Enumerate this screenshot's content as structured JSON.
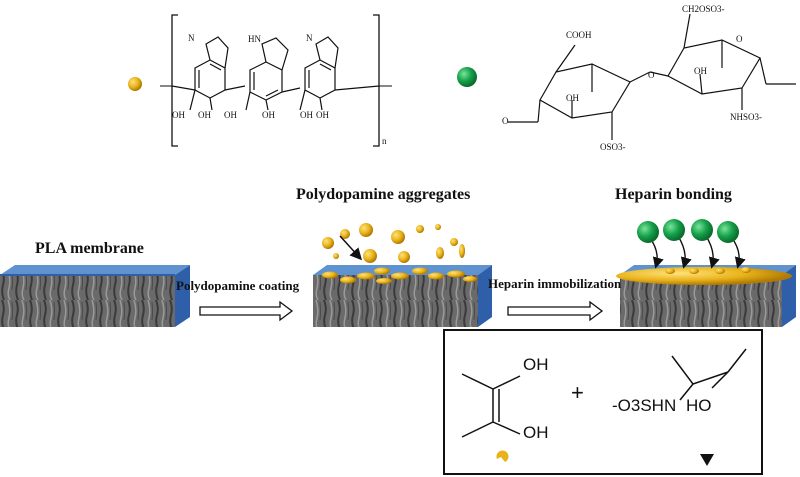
{
  "stages": {
    "pla_membrane": "PLA membrane",
    "polydopamine_aggregates": "Polydopamine aggregates",
    "heparin_bonding": "Heparin bonding"
  },
  "steps": {
    "coating": "Polydopamine coating",
    "immobilization": "Heparin immobilization"
  },
  "polydopamine_structure": {
    "nh_labels": [
      "N",
      "HN",
      "N"
    ],
    "oh_labels": [
      "OH",
      "OH",
      "OH",
      "OH",
      "OH",
      "OH"
    ],
    "repeat_subscript": "n"
  },
  "heparin_structure": {
    "cooh": "COOH",
    "ch2oso3": "CH2OSO3-",
    "oh": [
      "OH",
      "OH"
    ],
    "oso3": "OSO3-",
    "nhso3": "NHSO3-",
    "o_labels": [
      "O",
      "O",
      "O"
    ]
  },
  "legend": {
    "oh_top": "OH",
    "oh_bottom": "OH",
    "plus": "+",
    "sulfo_prefix": "-O3SHN",
    "ho": "HO"
  },
  "colors": {
    "gold": "#E8B21A",
    "gold_dark": "#C78E0A",
    "green": "#16A24A",
    "green_dark": "#0B6B2D",
    "membrane_top": "#4F86C6",
    "membrane_side": "#2E5FA8",
    "membrane_face": "#6B6B6B"
  }
}
